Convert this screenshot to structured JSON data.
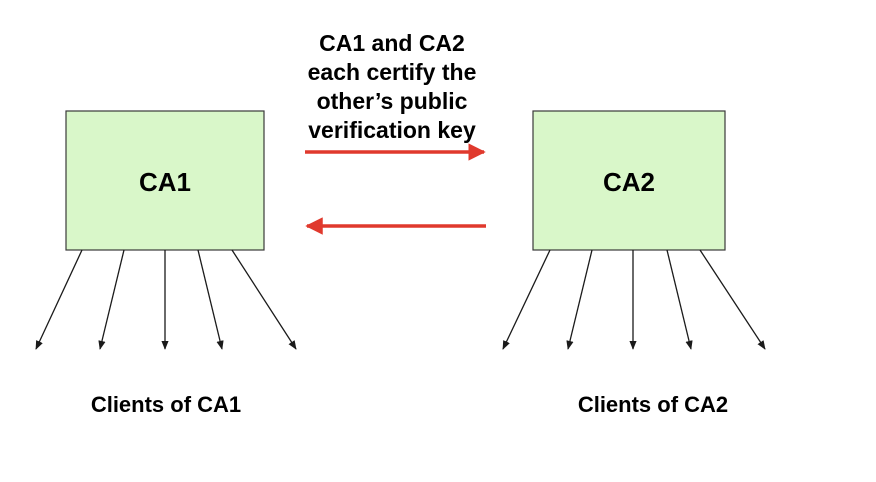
{
  "caption": {
    "lines": [
      "CA1 and CA2",
      "each certify the",
      "other’s public",
      "verification key"
    ]
  },
  "nodes": {
    "ca1": {
      "label": "CA1"
    },
    "ca2": {
      "label": "CA2"
    }
  },
  "clients": {
    "ca1": "Clients of CA1",
    "ca2": "Clients of CA2"
  },
  "colors": {
    "box_fill": "#d9f7c9",
    "box_stroke": "#3a3a3a",
    "cross_arrow": "#e0392d",
    "client_arrow": "#1a1a1a"
  }
}
